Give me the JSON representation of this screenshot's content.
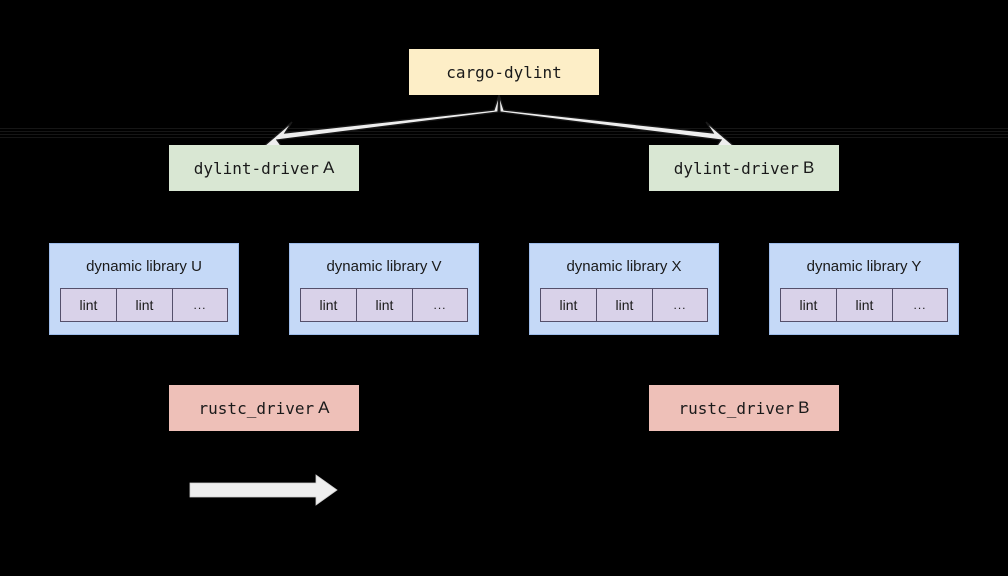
{
  "diagram": {
    "background_color": "#000000",
    "title_node": {
      "label": "cargo-dylint",
      "fill": "#fdeec7"
    },
    "drivers": [
      {
        "name": "dylint-driver",
        "suffix": "A",
        "fill": "#d9e7d3"
      },
      {
        "name": "dylint-driver",
        "suffix": "B",
        "fill": "#d9e7d3"
      }
    ],
    "libraries": [
      {
        "title": "dynamic library U",
        "fill": "#c5d9f7",
        "cells": [
          "lint",
          "lint",
          "..."
        ]
      },
      {
        "title": "dynamic library V",
        "fill": "#c5d9f7",
        "cells": [
          "lint",
          "lint",
          "..."
        ]
      },
      {
        "title": "dynamic library X",
        "fill": "#c5d9f7",
        "cells": [
          "lint",
          "lint",
          "..."
        ]
      },
      {
        "title": "dynamic library Y",
        "fill": "#c5d9f7",
        "cells": [
          "lint",
          "lint",
          "..."
        ]
      }
    ],
    "rustc_drivers": [
      {
        "name": "rustc_driver",
        "suffix": "A",
        "fill": "#eec0b8"
      },
      {
        "name": "rustc_driver",
        "suffix": "B",
        "fill": "#eec0b8"
      }
    ],
    "arrows": {
      "fill": "#eeeeee",
      "stroke": "#1a1a1a",
      "items": [
        {
          "name": "cargo-dylint-to-driver-a",
          "direction": "down-left"
        },
        {
          "name": "cargo-dylint-to-driver-b",
          "direction": "down-right"
        },
        {
          "name": "legend-arrow",
          "direction": "right"
        }
      ]
    }
  }
}
